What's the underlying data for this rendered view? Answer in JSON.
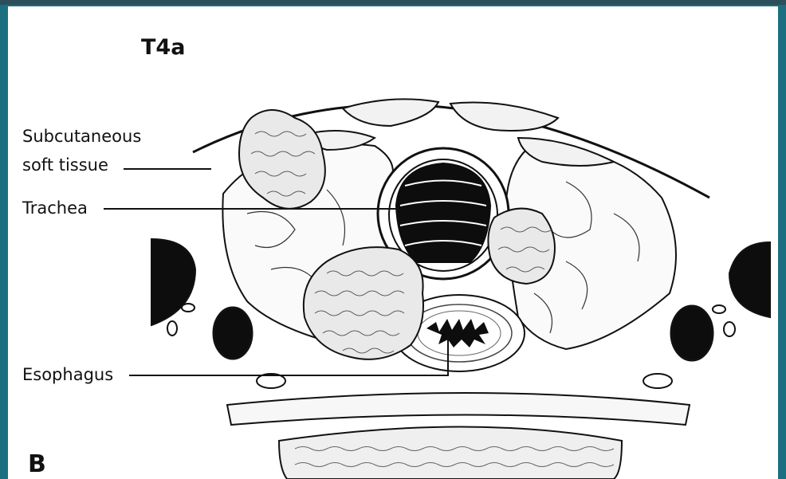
{
  "figure": {
    "title": "T4a",
    "panel_letter": "B"
  },
  "labels": {
    "subcutaneous_line1": "Subcutaneous",
    "subcutaneous_line2": "soft tissue",
    "trachea": "Trachea",
    "esophagus": "Esophagus"
  },
  "colors": {
    "frame": "#1b6f80",
    "panel": "#ffffff",
    "ink": "#111111"
  }
}
